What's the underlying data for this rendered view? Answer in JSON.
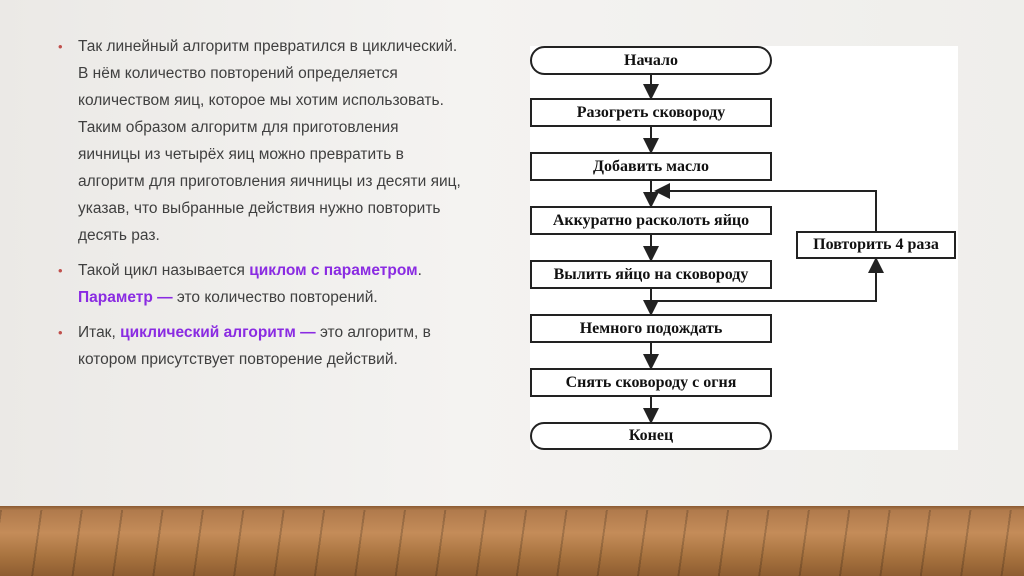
{
  "text": {
    "p1": "Так линейный алгоритм превратился в циклический. В нём количество повторений определяется количеством яиц, которое мы хотим использовать. Таким образом алгоритм для приготовления яичницы из четырёх яиц можно превратить в алгоритм для приготовления яичницы из десяти яиц, указав, что выбранные действия нужно повторить десять раз.",
    "p2_a": "Такой цикл называется ",
    "p2_hl1": "циклом с параметром",
    "p2_b": ". ",
    "p2_hl2": "Параметр —",
    "p2_c": " это количество повторений.",
    "p3_a": "Итак, ",
    "p3_hl": "циклический алгоритм —",
    "p3_b": " это алгоритм, в котором присутствует повторение действий."
  },
  "bullet_symbol": "•",
  "colors": {
    "highlight": "#8a2be2",
    "bullet": "#c0504d",
    "text": "#404040"
  },
  "flowchart": {
    "start": "Начало",
    "steps": [
      "Разогреть сковороду",
      "Добавить масло",
      "Аккуратно расколоть яйцо",
      "Вылить яйцо на сковороду",
      "Немного подождать",
      "Снять сковороду с огня"
    ],
    "end": "Конец",
    "loop": "Повторить 4 раза"
  }
}
